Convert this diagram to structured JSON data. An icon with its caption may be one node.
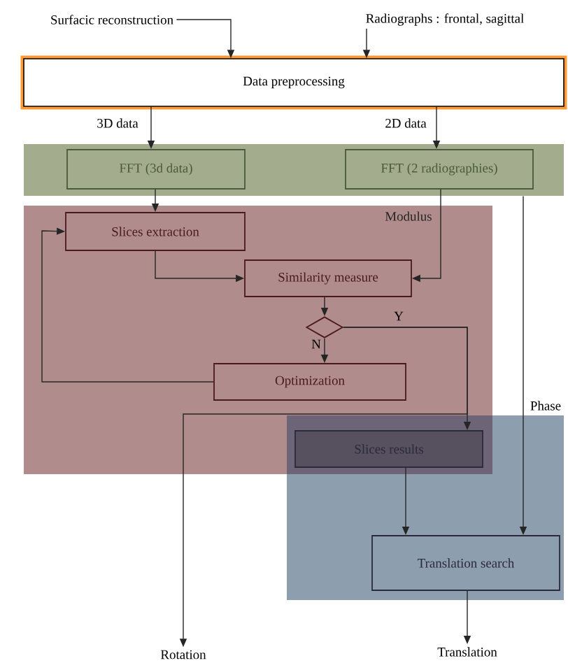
{
  "diagram": {
    "nodes": [
      {
        "text": [
          "Surfacic reconstruction"
        ]
      },
      {
        "text": [
          "Radiographs : frontal, sagittal"
        ]
      },
      {
        "text": [
          "Data preprocessing"
        ]
      },
      {
        "text": [],
        "shape": "box"
      },
      {
        "text": [
          "FFT (3d data)"
        ],
        "in": 3
      },
      {
        "text": [
          "FFT (2 radiographies)"
        ],
        "in": 3
      },
      {
        "text": [
          "Modulus"
        ]
      },
      {
        "text": [],
        "shape": "box"
      },
      {
        "text": [
          "Slices extraction"
        ],
        "in": 6
      },
      {
        "text": [
          "Similarity measure"
        ],
        "in": 6
      },
      {
        "text": [],
        "shape": "diamond",
        "in": 6
      },
      {
        "text": [
          "Optimization"
        ],
        "in": 6
      },
      {
        "text": [
          "Slices results"
        ]
      },
      {
        "text": [
          "Translation search"
        ],
        "in": 7
      },
      {
        "text": [
          "Rotation"
        ]
      },
      {
        "text": [
          "Translation"
        ]
      }
    ],
    "edges": [
      {
        "from": 0,
        "to": 2,
        "arrow": "to"
      },
      {
        "from": 1,
        "to": 2,
        "arrow": "to"
      },
      {
        "from": 2,
        "to": 4,
        "arrow": "to",
        "label": "3D data"
      },
      {
        "from": 2,
        "to": 5,
        "arrow": "to",
        "label": "2D data"
      },
      {
        "from": 4,
        "to": 8,
        "arrow": "to"
      },
      {
        "from": 5,
        "to": 9,
        "arrow": "to"
      },
      {
        "from": 8,
        "to": 9,
        "arrow": "to"
      },
      {
        "from": 9,
        "to": 10,
        "arrow": "to"
      },
      {
        "from": 10,
        "to": 11,
        "arrow": "to",
        "label": "N"
      },
      {
        "from": 10,
        "to": 12,
        "arrow": "to",
        "label": "Y"
      },
      {
        "from": 10,
        "to": 14,
        "arrow": "to"
      },
      {
        "from": 11,
        "to": 8,
        "arrow": "to"
      },
      {
        "from": 12,
        "to": 13,
        "arrow": "to"
      },
      {
        "from": 3,
        "to": 13,
        "arrow": "to",
        "label": "Phase"
      },
      {
        "from": 13,
        "to": 15,
        "arrow": "to"
      }
    ]
  }
}
